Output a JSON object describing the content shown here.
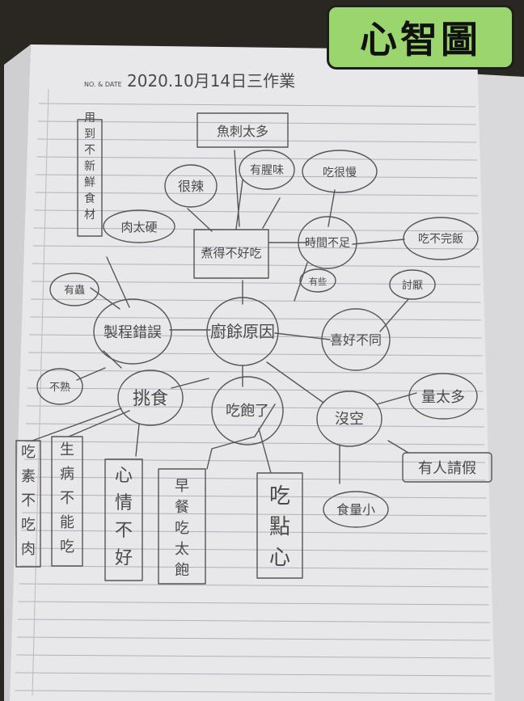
{
  "badge": {
    "title": "心智圖"
  },
  "header": {
    "no_date_label": "NO. & DATE",
    "date_text": "2020.10月14日三作業"
  },
  "mindmap": {
    "center": "廚餘原因",
    "branches": {
      "picky": "挑食",
      "full": "吃飽了",
      "no_time": "沒空",
      "preference": "喜好不同",
      "process_error": "製程錯誤"
    },
    "nodes": {
      "fish_bones": "魚刺太多",
      "cooked_bad": "煮得不好吃",
      "fishy": "有腥味",
      "spicy": "很辣",
      "meat_hard": "肉太硬",
      "eat_slow": "吃很慢",
      "time_short": "時間不足",
      "unfinished": "吃不完飯",
      "have_bugs": "有蟲",
      "some_like": "有些",
      "dislike": "討厭",
      "ingredients": "用到不新鮮食材",
      "too_much": "量太多",
      "leave": "有人請假",
      "small_appetite": "食量小",
      "snack": "吃點心",
      "breakfast": "早餐吃太飽",
      "mood": "心情不好",
      "vegetarian": "吃素不吃肉",
      "sick": "生病不能吃",
      "unripe": "不熟"
    }
  }
}
